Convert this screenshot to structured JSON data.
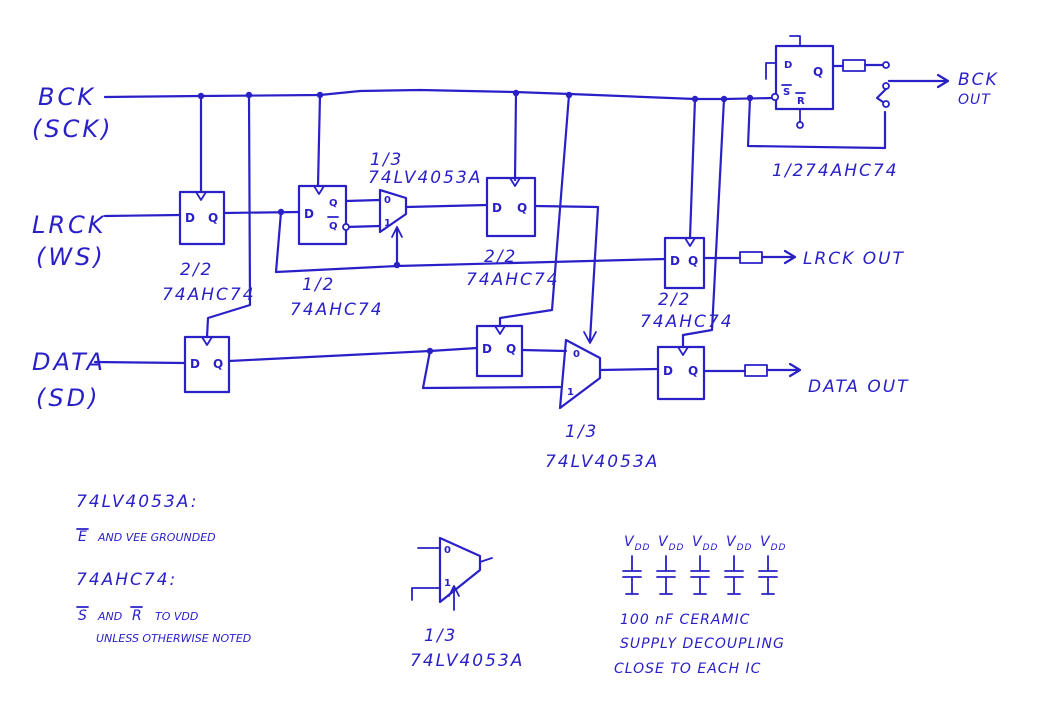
{
  "inputs": {
    "bck": "BCK",
    "bck_alt": "(SCK)",
    "lrck": "LRCK",
    "lrck_alt": "(WS)",
    "data": "DATA",
    "data_alt": "(SD)"
  },
  "outputs": {
    "bck_out_1": "BCK",
    "bck_out_2": "OUT",
    "lrck_out": "LRCK OUT",
    "data_out": "DATA OUT"
  },
  "parts": {
    "ff_lrck_in_1": "2/2",
    "ff_lrck_in_2": "74AHC74",
    "ff_lrck_mid_1": "1/2",
    "ff_lrck_mid_2": "74AHC74",
    "mux_top_1": "1/3",
    "mux_top_2": "74LV4053A",
    "ff_top_right_1": "2/2",
    "ff_top_right_2": "74AHC74",
    "ff_lrck_out_1": "2/2",
    "ff_lrck_out_2": "74AHC74",
    "ff_bck_1": "1/2",
    "ff_bck_2": "74AHC74",
    "mux_bottom_1": "1/3",
    "mux_bottom_2": "74LV4053A",
    "mux_legend_1": "1/3",
    "mux_legend_2": "74LV4053A"
  },
  "pins": {
    "d": "D",
    "q": "Q",
    "qbar": "Q",
    "s": "S",
    "r": "R",
    "zero": "0",
    "one": "1"
  },
  "notes": {
    "mux_title": "74LV4053A:",
    "mux_note_e": "E",
    "mux_note_rest": "AND VEE GROUNDED",
    "ff_title": "74AHC74:",
    "ff_note_s": "S",
    "ff_note_and": "AND",
    "ff_note_r": "R",
    "ff_note_to": "TO VDD",
    "ff_note_2": "UNLESS OTHERWISE NOTED"
  },
  "decoupling": {
    "vdd": "V",
    "vdd_sub": "DD",
    "count": 5,
    "line1": "100 nF CERAMIC",
    "line2": "SUPPLY DECOUPLING",
    "line3": "CLOSE TO EACH IC"
  },
  "colors": {
    "ink": "#2a20c8",
    "paper": "#ffffff"
  }
}
